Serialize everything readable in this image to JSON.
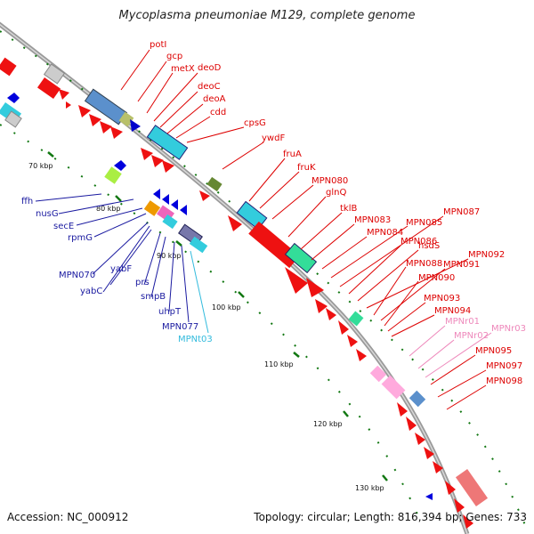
{
  "title": "Mycoplasma pneumoniae M129, complete genome",
  "footer": {
    "accession": "Accession: NC_000912",
    "summary": "Topology: circular; Length: 816,394 bp; Genes: 733"
  },
  "colors": {
    "forward_label": "#dd0000",
    "reverse_label": "#1a1aa0",
    "trna_label": "#33bbdd",
    "rrna_label": "#ee88bb",
    "backbone": "#888888",
    "tick_mark": "#117711"
  },
  "kbp_ticks": [
    "70 kbp",
    "80 kbp",
    "90 kbp",
    "100 kbp",
    "110 kbp",
    "120 kbp",
    "130 kbp"
  ],
  "forward_labels": [
    "potI",
    "gcp",
    "metX",
    "deoD",
    "deoC",
    "deoA",
    "cdd",
    "cpsG",
    "ywdF",
    "fruA",
    "fruK",
    "MPN080",
    "glnQ",
    "tklB",
    "MPN083",
    "MPN084",
    "MPN085",
    "MPN087",
    "MPN086",
    "hsdS",
    "MPN092",
    "MPN088",
    "MPN091",
    "MPN090",
    "MPN093",
    "MPN094",
    "MPN095",
    "MPN097",
    "MPN098"
  ],
  "rrna_labels": [
    "MPNr01",
    "MPNr02",
    "MPNr03"
  ],
  "reverse_labels": [
    "ffh",
    "nusG",
    "secE",
    "rpmG",
    "MPN070",
    "yabF",
    "yabC",
    "prs",
    "smpB",
    "uhpT",
    "MPN077"
  ],
  "trna_labels": [
    "MPNt03"
  ]
}
